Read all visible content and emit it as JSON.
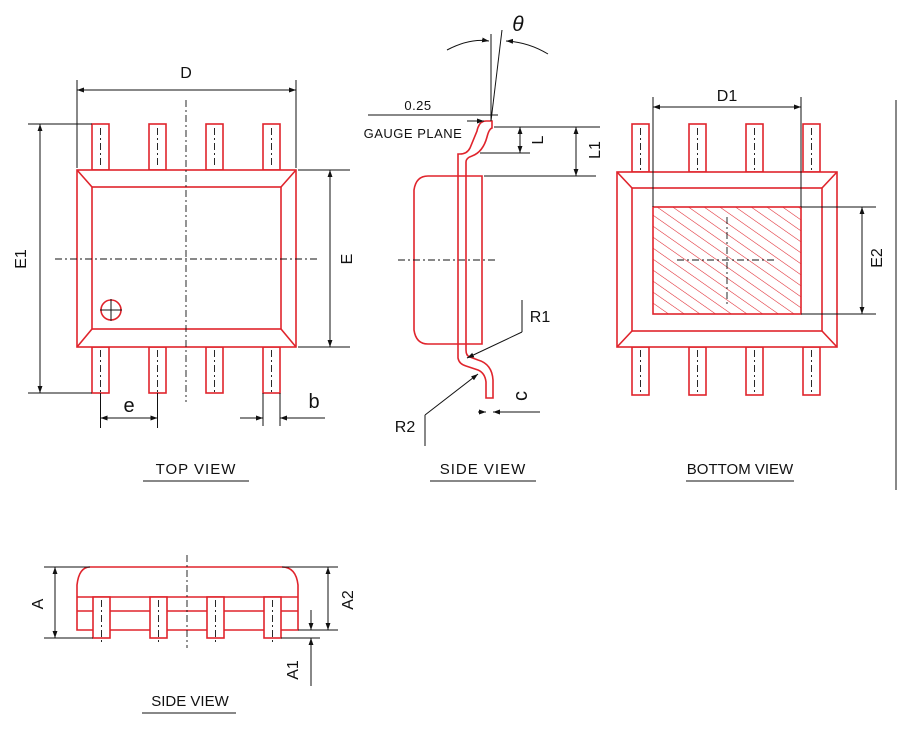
{
  "labels": {
    "D": "D",
    "E1": "E1",
    "E": "E",
    "e": "e",
    "b": "b",
    "theta": "θ",
    "gauge_value": "0.25",
    "gauge_plane": "GAUGE PLANE",
    "L": "L",
    "L1": "L1",
    "R1": "R1",
    "R2": "R2",
    "c": "c",
    "D1": "D1",
    "E2": "E2",
    "A": "A",
    "A2": "A2",
    "A1": "A1"
  },
  "captions": {
    "top_view": "TOP VIEW",
    "side_view": "SIDE VIEW",
    "bottom_view": "BOTTOM VIEW",
    "side_view_2": "SIDE VIEW"
  },
  "colors": {
    "outline": "#e0242c",
    "dimension": "#111111"
  }
}
